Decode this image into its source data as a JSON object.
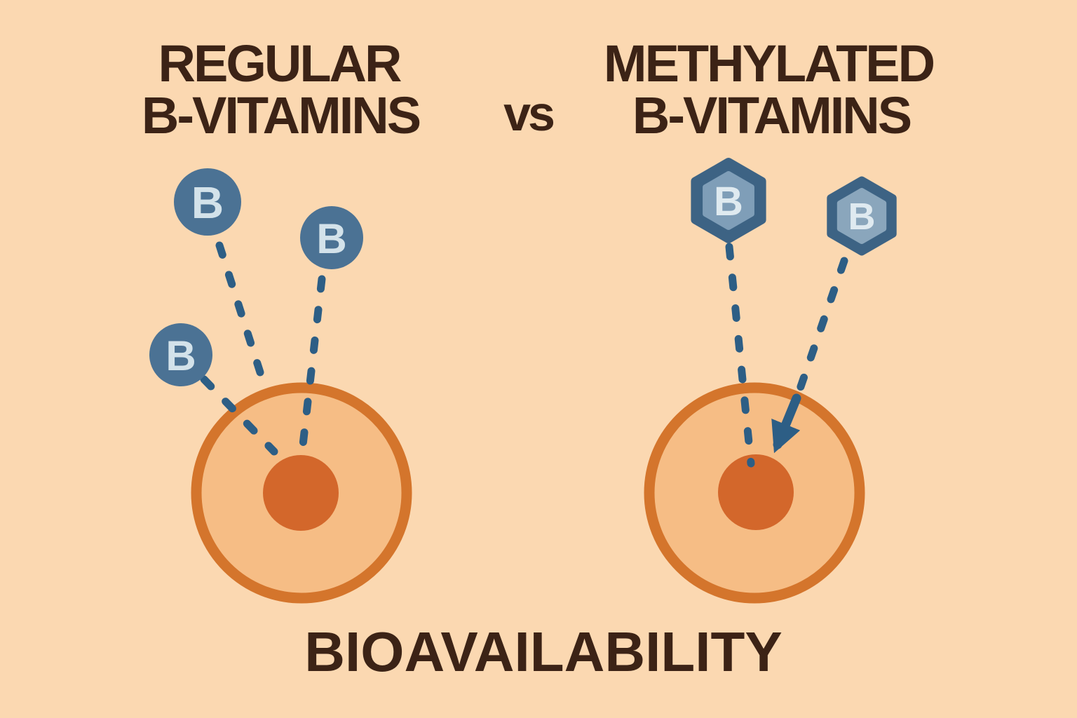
{
  "illustration": {
    "left_section": {
      "title_lines": [
        "REGULAR",
        "B-VITAMINS"
      ],
      "vitamins": [
        {
          "label": "B"
        },
        {
          "label": "B"
        },
        {
          "label": "B"
        }
      ]
    },
    "versus_label": "vs",
    "right_section": {
      "title_lines": [
        "METHYLATED",
        "B-VITAMINS"
      ],
      "vitamins": [
        {
          "label": "B"
        },
        {
          "label": "B"
        }
      ]
    },
    "footer_label": "BIOAVAILABILITY",
    "colors": {
      "background": "#fbd8b1",
      "title_text": "#3c2316",
      "vitamin_circle_fill": "#4b7294",
      "vitamin_circle_letter": "#d3e2ea",
      "hexagon_border": "#3d6384",
      "hexagon_fill": "#7f9eb8",
      "hexagon_fill_alt": "#8aa6bc",
      "hexagon_letter": "#dfeaf0",
      "dashed_line": "#2d5e85",
      "arrow": "#2d5e85",
      "cell_membrane": "#d4752c",
      "cell_cytoplasm": "#f6bd85",
      "cell_nucleus": "#d3672b"
    }
  }
}
